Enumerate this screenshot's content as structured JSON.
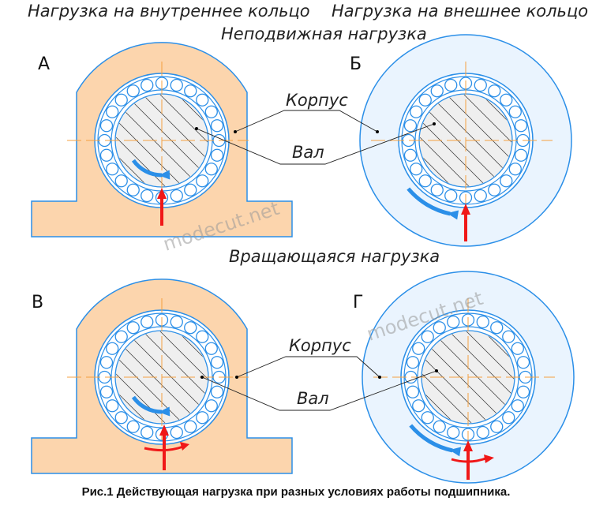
{
  "titles": {
    "inner_ring": "Нагрузка на внутреннее кольцо",
    "outer_ring": "Нагрузка на внешнее кольцо",
    "stationary": "Неподвижная нагрузка",
    "rotating": "Вращающаяся нагрузка"
  },
  "panels": {
    "a": "А",
    "b": "Б",
    "v": "В",
    "g": "Г"
  },
  "labels": {
    "housing": "Корпус",
    "shaft": "Вал"
  },
  "watermark": "modecut.net",
  "caption": "Рис.1 Действующая нагрузка при разных условиях работы подшипника.",
  "colors": {
    "housing_fill": "#fcd5ad",
    "outer_fill": "#eaf4fe",
    "line": "#2b8fe8",
    "load": "#f01818",
    "axis": "#f5a040"
  }
}
